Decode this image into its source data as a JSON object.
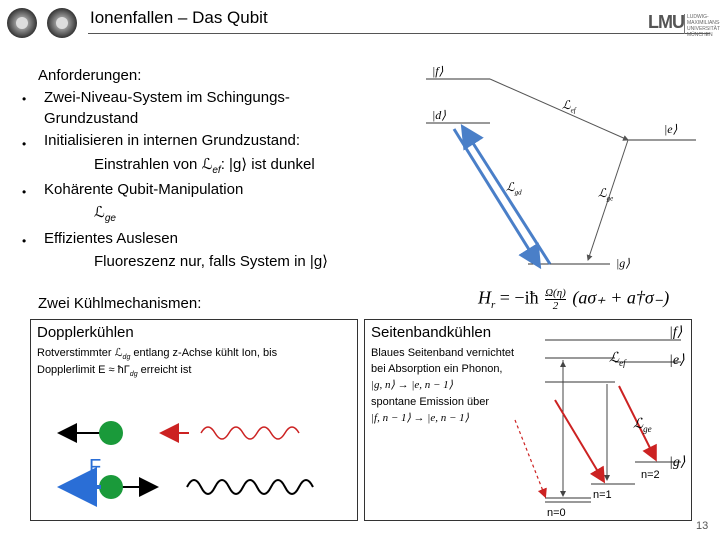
{
  "header": {
    "title": "Ionenfallen – Das Qubit",
    "logo_text": "LMU",
    "logo_small": "LUDWIG- MAXIMILIANS- UNIVERSITÄT MÜNCHEN"
  },
  "requirements": {
    "heading": "Anforderungen:",
    "items": [
      "Zwei-Niveau-System im Schingungs-",
      "Grundzustand",
      "Initialisieren in internen Grundzustand:",
      "Einstrahlen von ℒ",
      "ef",
      ": |g⟩ ist dunkel",
      "Kohärente Qubit-Manipulation",
      "ℒ",
      "ge",
      "Effizientes Auslesen",
      "Fluoreszenz nur, falls System in |g⟩"
    ]
  },
  "level_diagram": {
    "levels": [
      "|f⟩",
      "|d⟩",
      "|e⟩",
      "|g⟩"
    ],
    "transitions": [
      "ℒ",
      "ef",
      "ℒ",
      "gd",
      "ℒ",
      "ge"
    ]
  },
  "hamiltonian": {
    "lhs": "H",
    "lhs_sub": "r",
    "rhs": "= −iħ",
    "frac_num": "Ω(η)",
    "frac_den": "2",
    "paren": "(aσ₊ + a†σ₋)"
  },
  "cooling": {
    "heading": "Zwei Kühlmechanismen:",
    "doppler": {
      "title": "Dopplerkühlen",
      "line1": "Rotverstimmter ℒ",
      "line1_sub": "dg",
      "line1_rest": " entlang z-Achse kühlt Ion, bis",
      "line2": "Dopplerlimit E ≈ ħΓ",
      "line2_sub": "dg",
      "line2_rest": " erreicht ist",
      "force_label": "F"
    },
    "sideband": {
      "title": "Seitenbandkühlen",
      "lines": [
        "Blaues Seitenband vernichtet",
        "bei Absorption ein Phonon,",
        "|g, n⟩ → |e, n − 1⟩",
        "spontane Emission über",
        "|f, n − 1⟩ → |e, n − 1⟩"
      ],
      "levels": [
        "|f⟩",
        "|e⟩",
        "|g⟩"
      ],
      "labels": [
        "ℒ",
        "ef",
        "ℒ",
        "ge"
      ],
      "phonon_labels": [
        "n=0",
        "n=1",
        "n=2"
      ]
    }
  },
  "footer": {
    "page": "13"
  },
  "colors": {
    "accent_blue": "#4a7fc8",
    "arrow_red": "#cc2222",
    "ion_green": "#1a9a3a"
  }
}
